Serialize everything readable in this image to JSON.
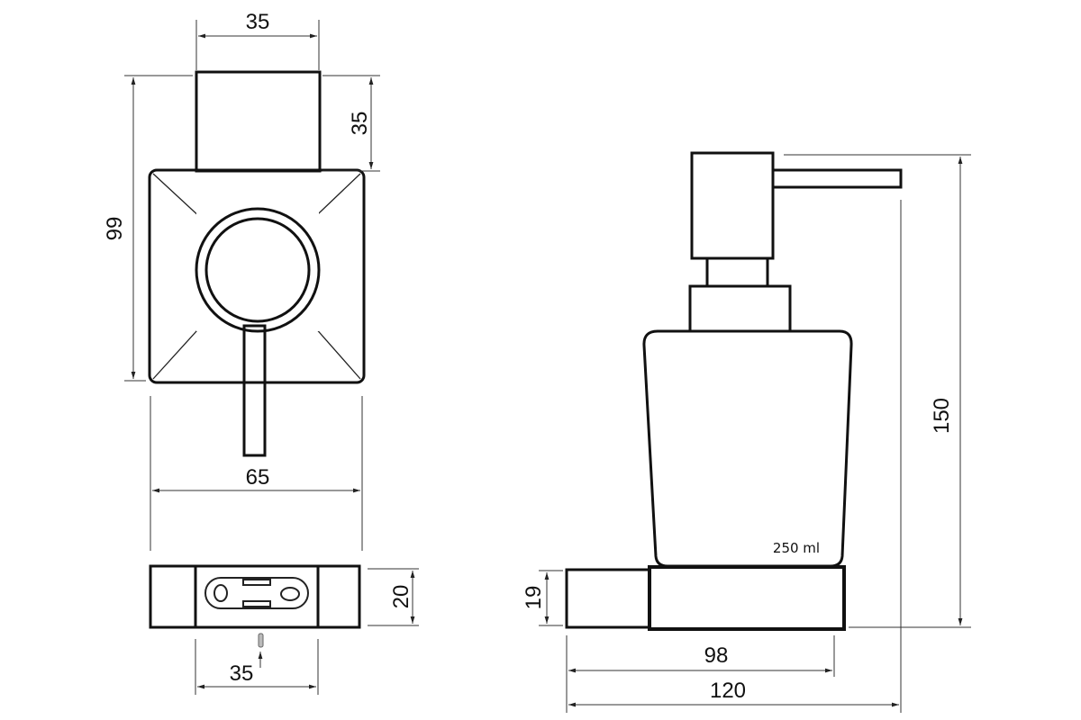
{
  "drawing": {
    "top_view": {
      "dim_width_top": "35",
      "dim_height_top": "35",
      "dim_total_height": "99",
      "dim_width": "65"
    },
    "bottom_view": {
      "dim_height": "20",
      "dim_screw_spacing": "35"
    },
    "side_view": {
      "volume_label": "250 ml",
      "dim_height": "150",
      "dim_base_height": "19",
      "dim_depth_base": "98",
      "dim_depth_total": "120"
    }
  }
}
